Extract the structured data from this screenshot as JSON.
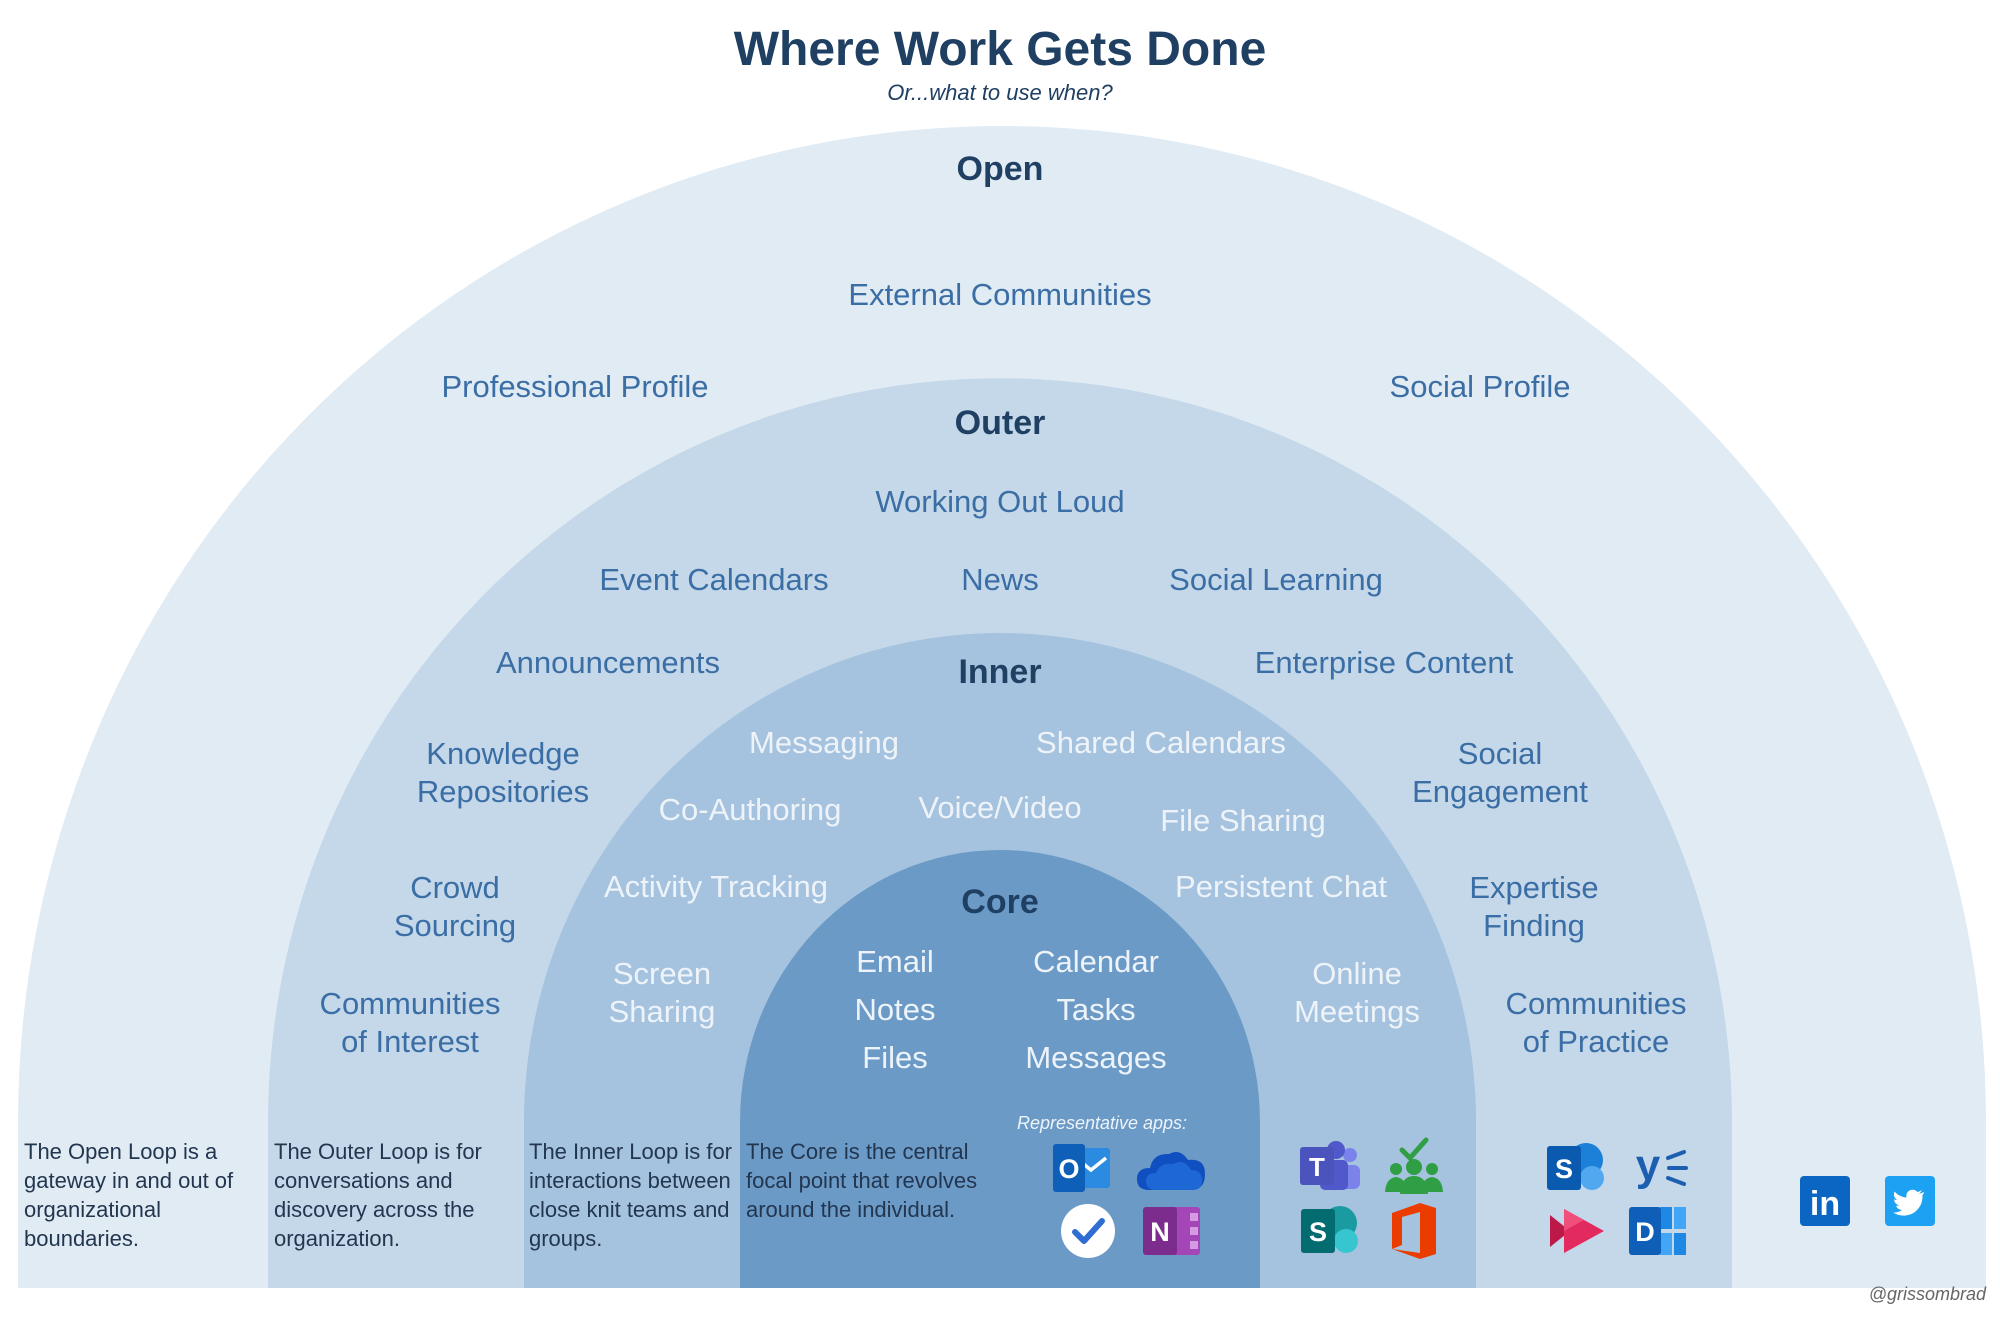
{
  "title": "Where Work Gets Done",
  "subtitle": "Or...what to use when?",
  "colors": {
    "open": "#e1ebf4",
    "outer": "#c4d8e9",
    "inner": "#a5c3de",
    "core": "#6b9ac6",
    "heading": "#1f3f63",
    "item_dark": "#3b6ea5",
    "item_light": "#eef3f9"
  },
  "loops": {
    "open": {
      "heading": "Open",
      "items": {
        "external_communities": "External Communities",
        "professional_profile": "Professional Profile",
        "social_profile": "Social Profile"
      },
      "description": "The Open Loop is a gateway in and out of organizational boundaries."
    },
    "outer": {
      "heading": "Outer",
      "items": {
        "working_out_loud": "Working Out Loud",
        "event_calendars": "Event Calendars",
        "news": "News",
        "social_learning": "Social Learning",
        "announcements": "Announcements",
        "enterprise_content": "Enterprise Content",
        "knowledge_repositories": [
          "Knowledge",
          "Repositories"
        ],
        "social_engagement": [
          "Social",
          "Engagement"
        ],
        "crowd_sourcing": [
          "Crowd",
          "Sourcing"
        ],
        "expertise_finding": [
          "Expertise",
          "Finding"
        ],
        "communities_of_interest": [
          "Communities",
          "of Interest"
        ],
        "communities_of_practice": [
          "Communities",
          "of Practice"
        ]
      },
      "description": "The Outer Loop is for conversations and discovery across the organization."
    },
    "inner": {
      "heading": "Inner",
      "items": {
        "messaging": "Messaging",
        "shared_calendars": "Shared Calendars",
        "co_authoring": "Co-Authoring",
        "voice_video": "Voice/Video",
        "file_sharing": "File Sharing",
        "activity_tracking": "Activity Tracking",
        "persistent_chat": "Persistent Chat",
        "screen_sharing": [
          "Screen",
          "Sharing"
        ],
        "online_meetings": [
          "Online",
          "Meetings"
        ]
      },
      "description": "The Inner Loop is for interactions between close knit teams and groups."
    },
    "core": {
      "heading": "Core",
      "items": {
        "email": "Email",
        "calendar": "Calendar",
        "notes": "Notes",
        "tasks": "Tasks",
        "files": "Files",
        "messages": "Messages"
      },
      "description": "The Core is the central focal point that revolves around the individual.",
      "representative_label": "Representative apps:"
    }
  },
  "apps": {
    "core": {
      "outlook": {
        "icon": "outlook-icon",
        "letter": "O"
      },
      "onedrive": {
        "icon": "onedrive-icon"
      },
      "todo": {
        "icon": "todo-icon"
      },
      "onenote": {
        "icon": "onenote-icon",
        "letter": "N"
      }
    },
    "inner": {
      "teams": {
        "icon": "teams-icon",
        "letter": "T"
      },
      "planner": {
        "icon": "planner-icon"
      },
      "sharepoint": {
        "icon": "sharepoint-icon",
        "letter": "S"
      },
      "office": {
        "icon": "office-icon"
      }
    },
    "outer": {
      "sharepoint": {
        "icon": "sharepoint-icon",
        "letter": "S"
      },
      "yammer": {
        "icon": "yammer-icon",
        "letter": "y"
      },
      "stream": {
        "icon": "stream-icon"
      },
      "delve": {
        "icon": "delve-icon",
        "letter": "D"
      }
    },
    "open": {
      "linkedin": {
        "icon": "linkedin-icon",
        "letter": "in"
      },
      "twitter": {
        "icon": "twitter-icon"
      }
    }
  },
  "credit": "@grissombrad"
}
